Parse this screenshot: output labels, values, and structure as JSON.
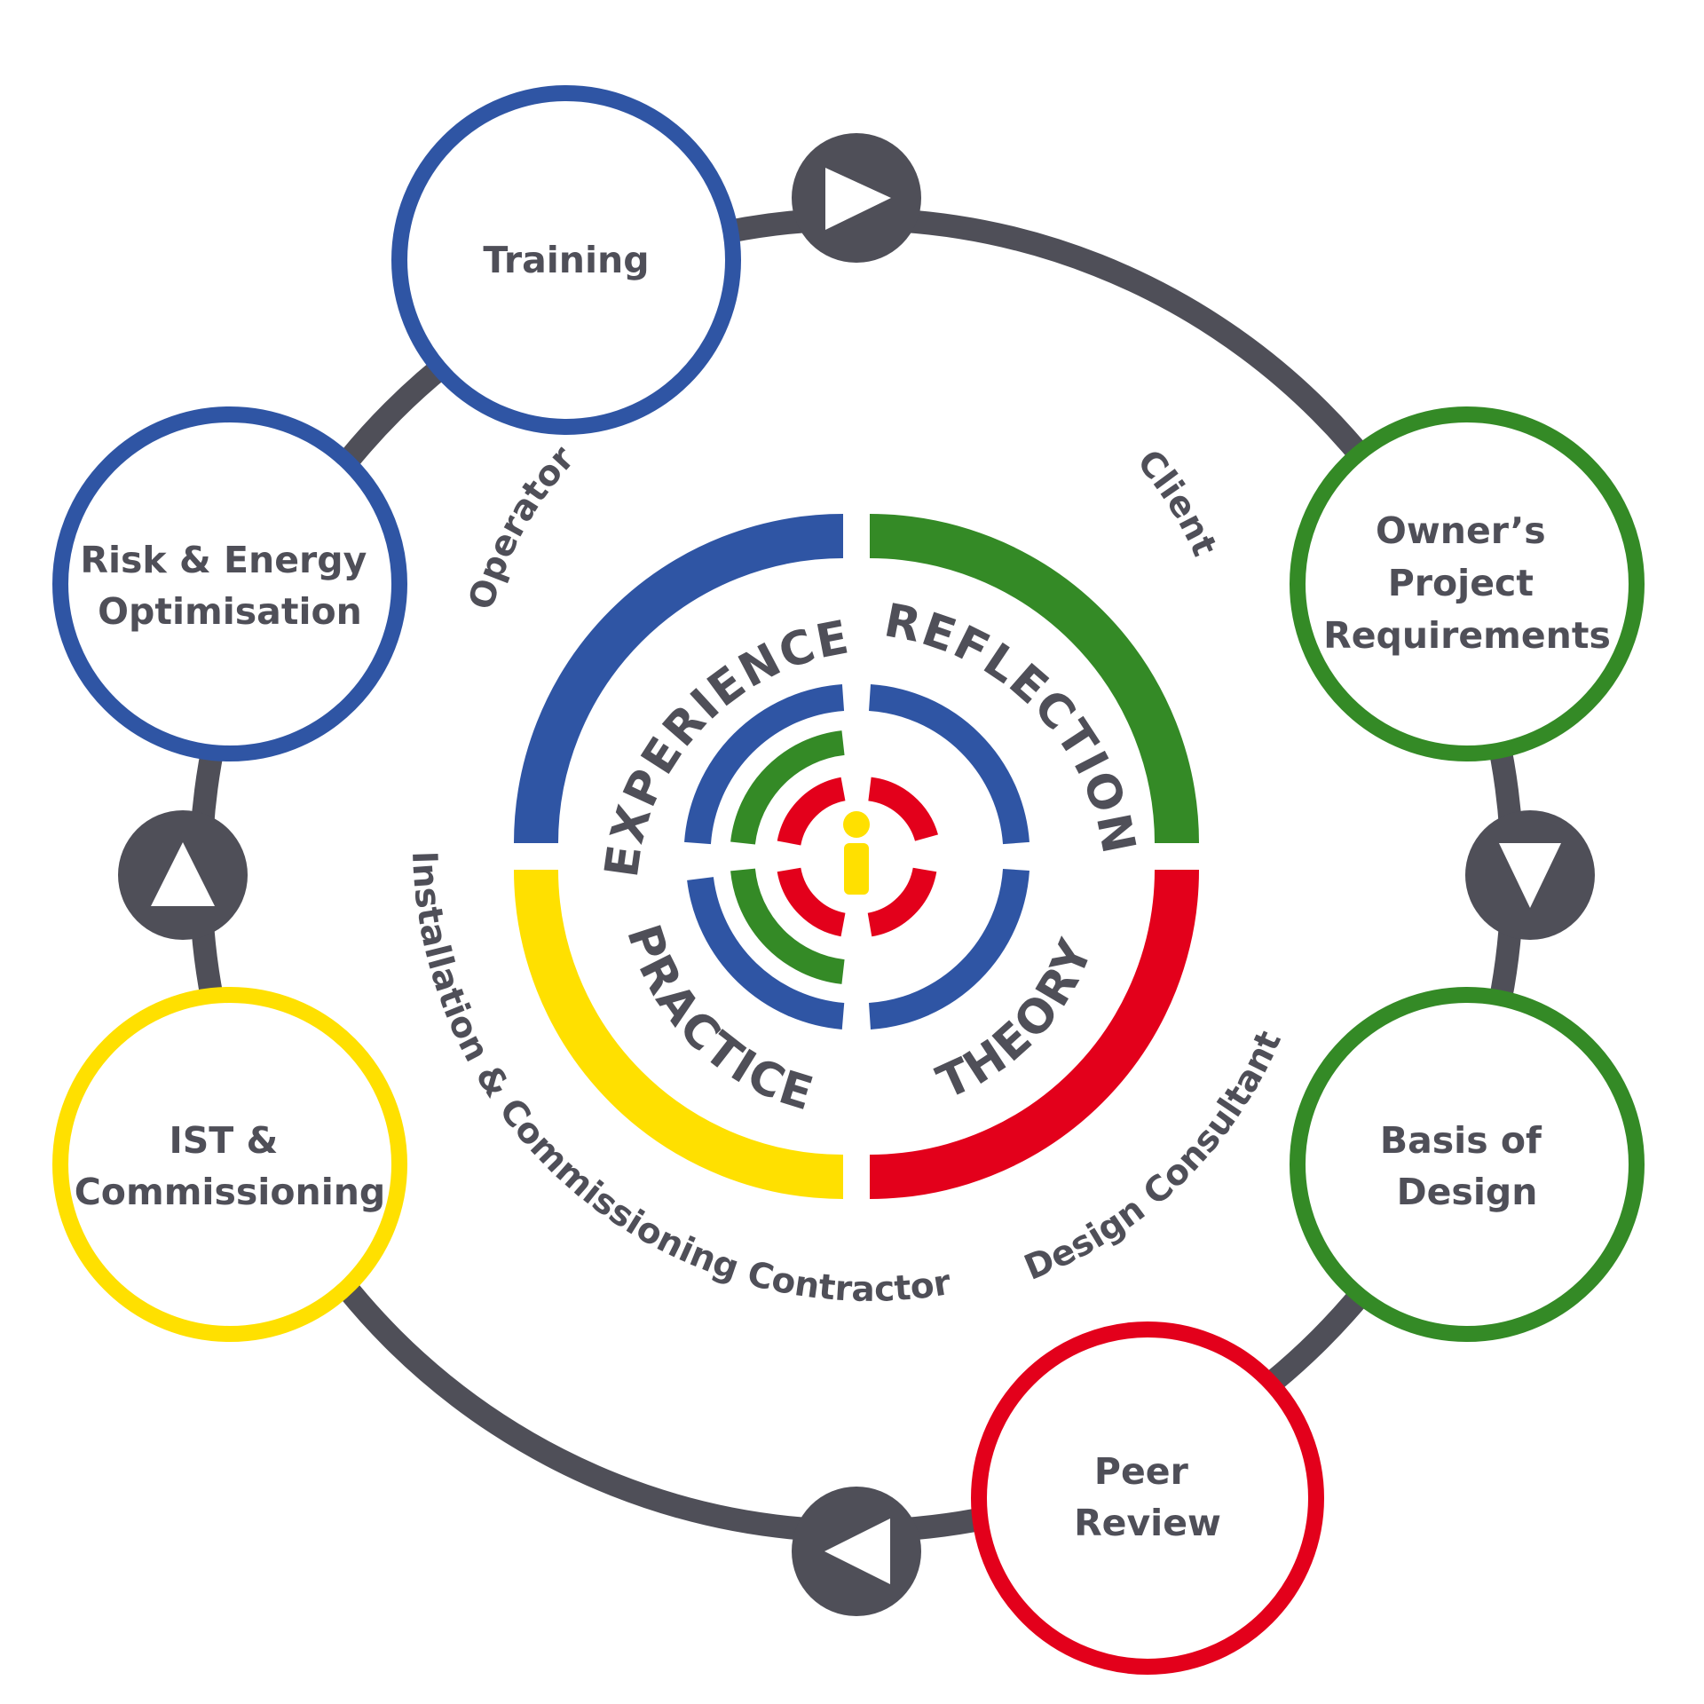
{
  "colors": {
    "blue": "#2f55a4",
    "green": "#348a26",
    "red": "#e3001b",
    "yellow": "#ffe000",
    "ring": "#4f4f58",
    "arrow_fill": "#ffffff",
    "text": "#4f4f58"
  },
  "stages": {
    "training": [
      "Training"
    ],
    "opr": [
      "Owner’s",
      "Project",
      "Requirements"
    ],
    "bod": [
      "Basis of",
      "Design"
    ],
    "peer": [
      "Peer",
      "Review"
    ],
    "ist": [
      "IST &",
      "Commissioning"
    ],
    "risk": [
      "Risk & Energy",
      "Optimisation"
    ]
  },
  "roles": {
    "operator": "Operator",
    "client": "Client",
    "design": "Design Consultant",
    "installation": "Installation & Commissioning Contractor"
  },
  "quadrants": {
    "experience": "EXPERIENCE",
    "reflection": "REFLECTION",
    "theory": "THEORY",
    "practice": "PRACTICE"
  },
  "flow_arrows": [
    {
      "position": "top",
      "direction": "right-arrow-icon"
    },
    {
      "position": "right",
      "direction": "down-arrow-icon"
    },
    {
      "position": "bottom",
      "direction": "left-arrow-icon"
    },
    {
      "position": "left",
      "direction": "up-arrow-icon"
    }
  ],
  "center_icon": "info-i-icon"
}
